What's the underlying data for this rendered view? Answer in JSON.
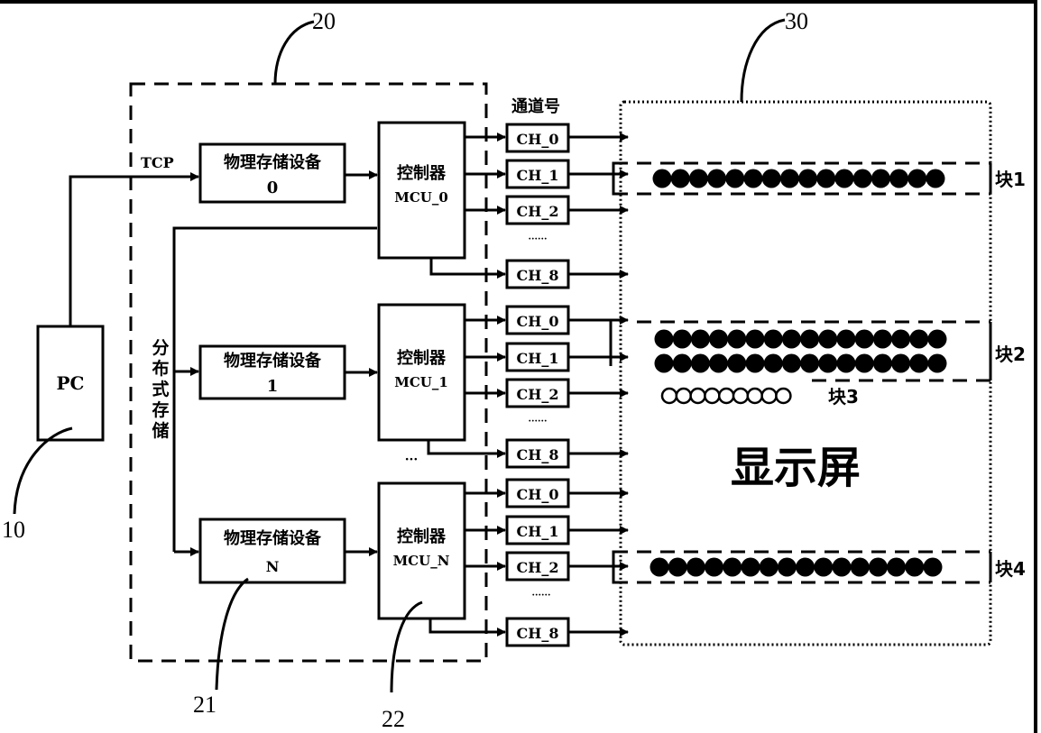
{
  "figure": {
    "reference_labels": {
      "pc": "10",
      "storage_system": "20",
      "storage_device": "21",
      "controller": "22",
      "display": "30"
    },
    "pc": {
      "label": "PC"
    },
    "link_label": "TCP",
    "distributed_storage_label": [
      "分",
      "布",
      "式",
      "存",
      "储"
    ],
    "channel_header": "通道号",
    "groups": [
      {
        "storage": {
          "title": "物理存储设备",
          "index": "0"
        },
        "controller": {
          "title": "控制器",
          "name": "MCU_0"
        },
        "channels": [
          "CH_0",
          "CH_1",
          "CH_2",
          "CH_8"
        ],
        "ellipsis": "······"
      },
      {
        "storage": {
          "title": "物理存储设备",
          "index": "1"
        },
        "controller": {
          "title": "控制器",
          "name": "MCU_1"
        },
        "channels": [
          "CH_0",
          "CH_1",
          "CH_2",
          "CH_8"
        ],
        "ellipsis": "······"
      },
      {
        "storage": {
          "title": "物理存储设备",
          "index": "N"
        },
        "controller": {
          "title": "控制器",
          "name": "MCU_N"
        },
        "channels": [
          "CH_0",
          "CH_1",
          "CH_2",
          "CH_8"
        ],
        "ellipsis": "······"
      }
    ],
    "between_groups_ellipsis": "···",
    "display": {
      "title": "显示屏",
      "blocks": [
        {
          "label": "块1",
          "rows": [
            {
              "count": 16,
              "filled": true
            }
          ]
        },
        {
          "label": "块2",
          "rows": [
            {
              "count": 16,
              "filled": true
            },
            {
              "count": 16,
              "filled": true
            }
          ]
        },
        {
          "label": "块3",
          "rows": [
            {
              "count": 9,
              "filled": false
            }
          ]
        },
        {
          "label": "块4",
          "rows": [
            {
              "count": 16,
              "filled": true
            }
          ]
        }
      ]
    }
  }
}
